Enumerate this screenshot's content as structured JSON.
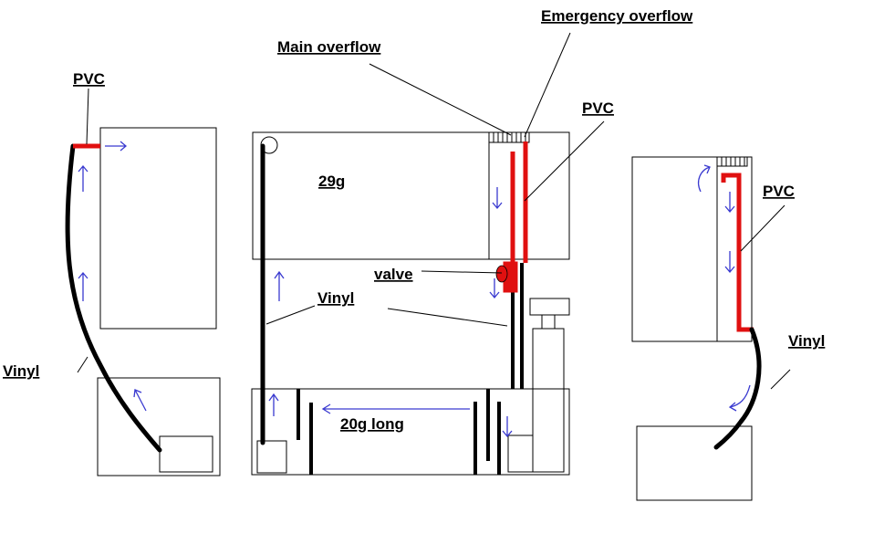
{
  "labels": {
    "emergency_overflow": "Emergency overflow",
    "main_overflow": "Main overflow",
    "pvc_left": "PVC",
    "pvc_middle": "PVC",
    "pvc_right": "PVC",
    "tank_29g": "29g",
    "valve": "valve",
    "vinyl_middle": "Vinyl",
    "vinyl_left": "Vinyl",
    "vinyl_right": "Vinyl",
    "tank_20g": "20g long"
  },
  "colors": {
    "pvc": "#e01010",
    "vinyl": "#000000",
    "flow_arrow": "#3a3ad0"
  }
}
